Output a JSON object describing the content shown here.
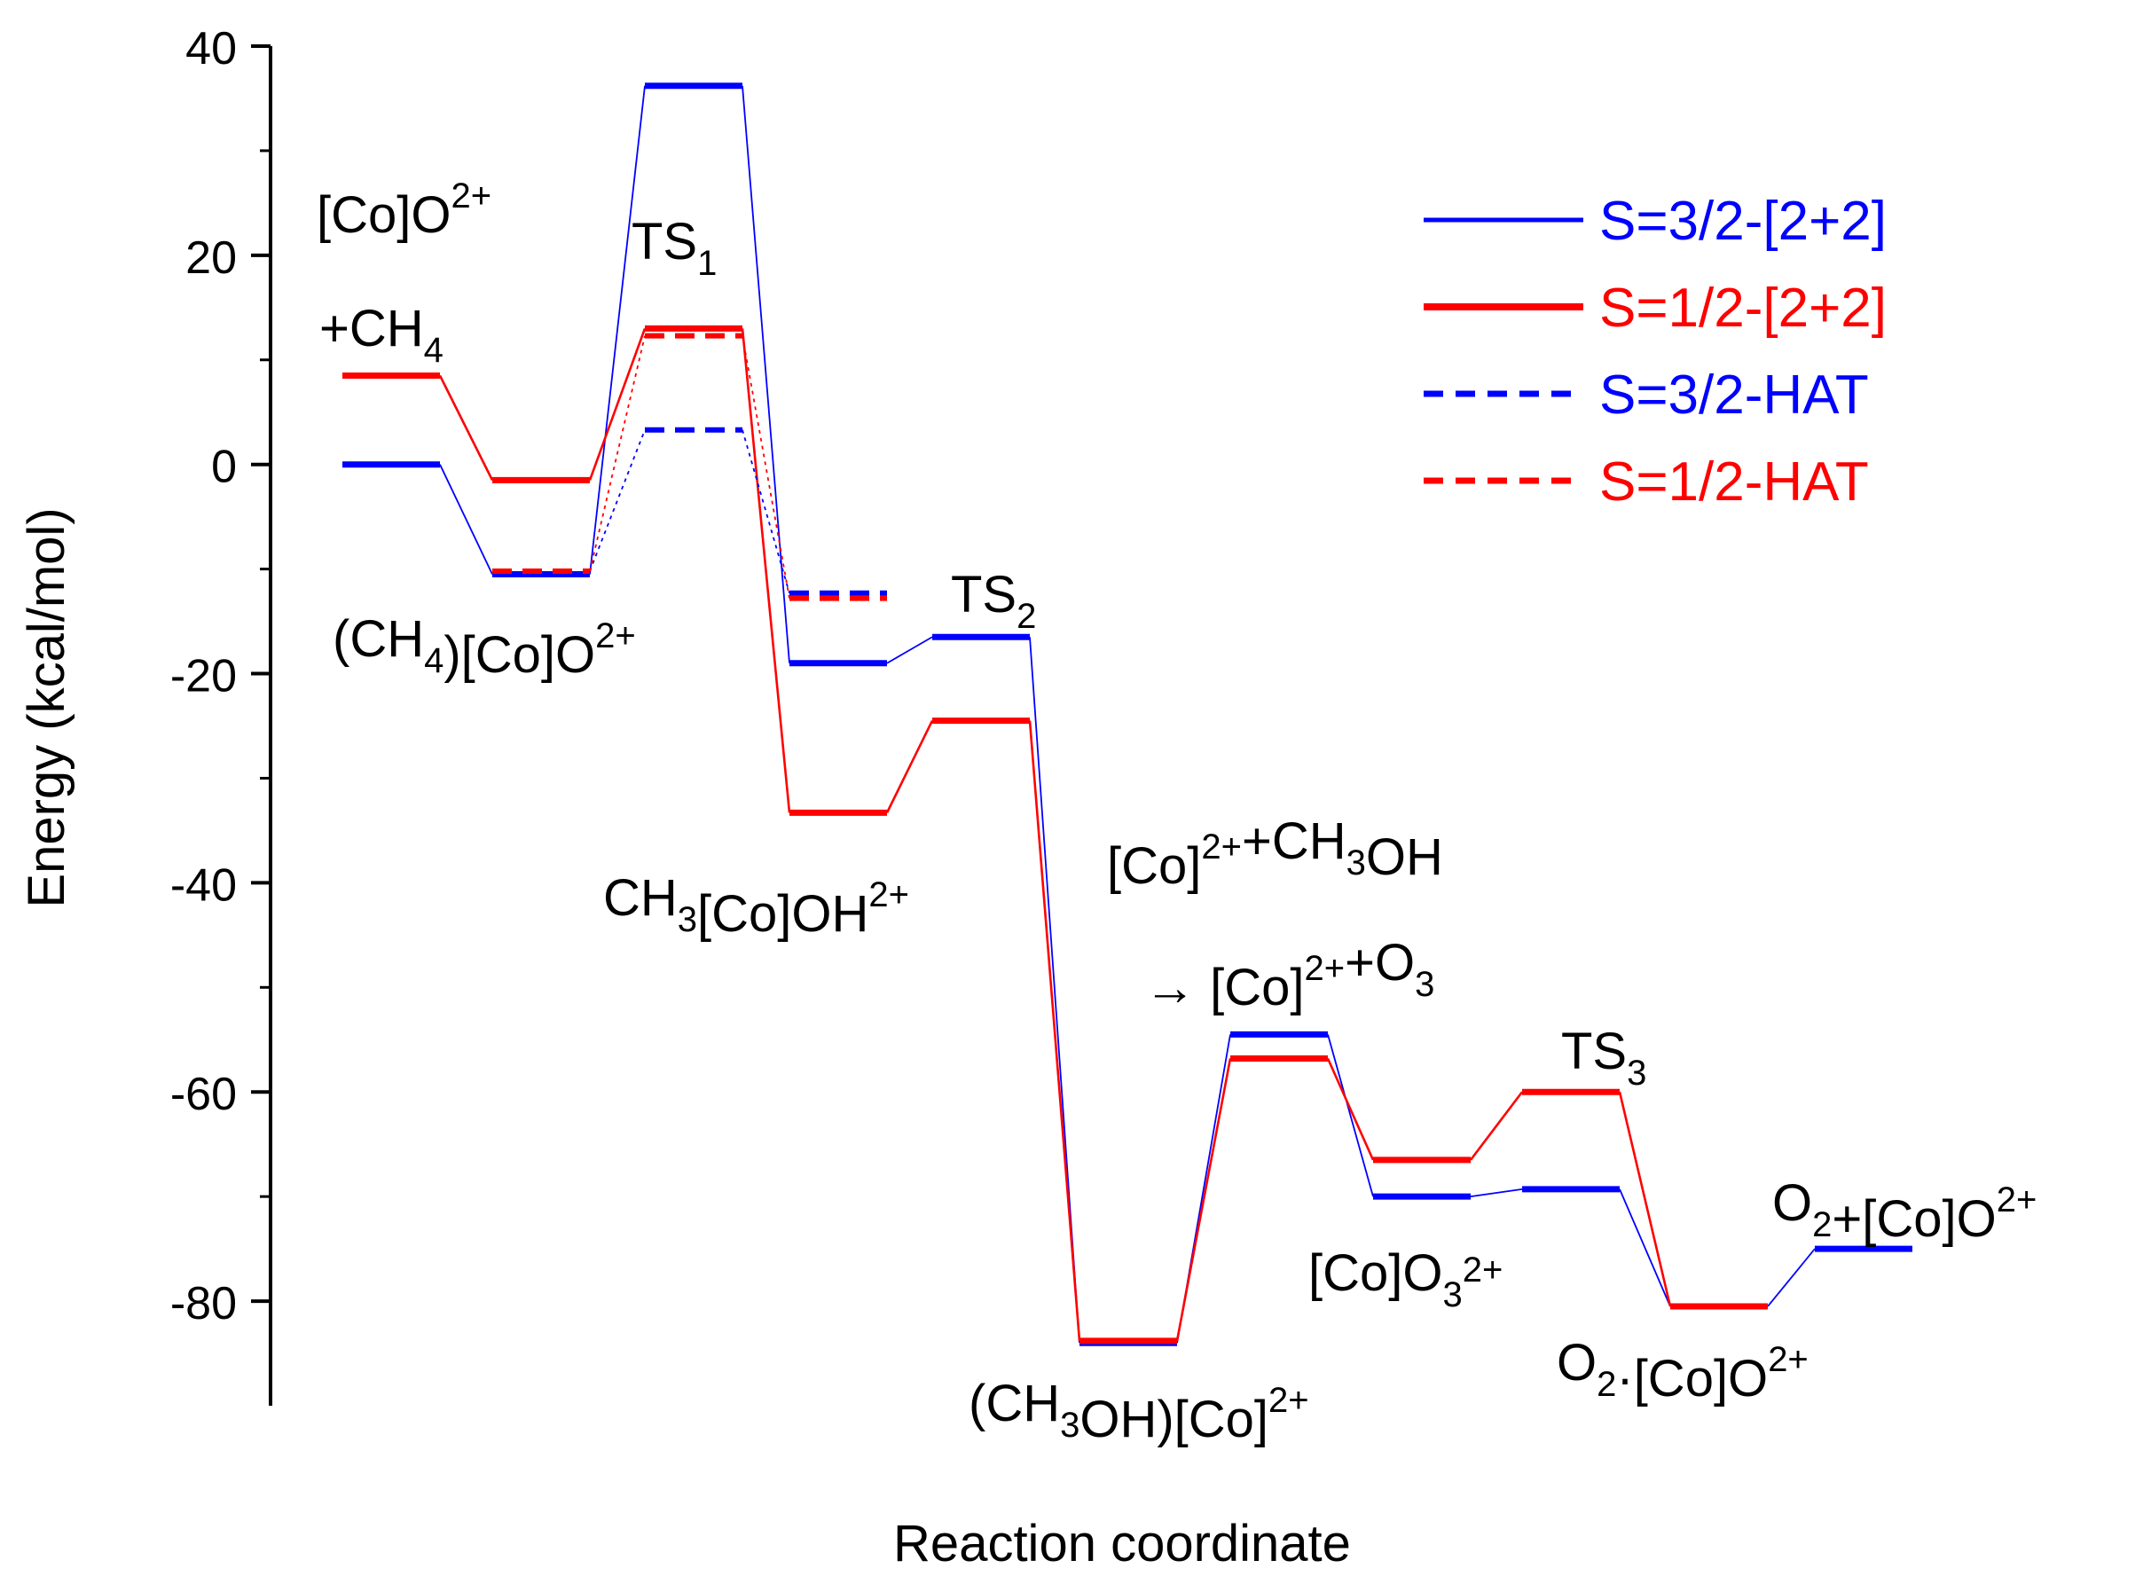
{
  "chart_data": {
    "type": "line",
    "title": "",
    "xlabel": "Reaction coordinate",
    "ylabel": "Energy (kcal/mol)",
    "ylim": [
      -90,
      40
    ],
    "yticks": [
      40,
      20,
      0,
      -20,
      -40,
      -60,
      -80
    ],
    "grid": false,
    "legend_position": "top-right",
    "colors": {
      "blue": "#0000ff",
      "red": "#ff0000",
      "axis": "#000000"
    },
    "x_positions": [
      1,
      2,
      3,
      4,
      5,
      6,
      7,
      8,
      9,
      10,
      11
    ],
    "series": [
      {
        "name": "S=3/2-[2+2]",
        "color": "#0000ff",
        "dash": false,
        "width": "thin",
        "x": [
          1,
          2,
          3,
          4,
          5,
          6,
          7,
          8,
          9,
          10,
          11
        ],
        "values": [
          0.0,
          -10.5,
          36.2,
          -19.0,
          -16.5,
          -84.0,
          -54.5,
          -70.0,
          -69.3,
          -80.5,
          -75.0
        ]
      },
      {
        "name": "S=1/2-[2+2]",
        "color": "#ff0000",
        "dash": false,
        "width": "thick",
        "x": [
          1,
          2,
          3,
          4,
          5,
          6,
          7,
          8,
          9,
          10
        ],
        "values": [
          8.5,
          -1.5,
          13.0,
          -33.3,
          -24.5,
          -83.8,
          -56.8,
          -66.5,
          -60.0,
          -80.5
        ]
      },
      {
        "name": "S=3/2-HAT",
        "color": "#0000ff",
        "dash": true,
        "width": "thin",
        "x": [
          2,
          3,
          4
        ],
        "values": [
          -10.2,
          3.3,
          -12.3
        ]
      },
      {
        "name": "S=1/2-HAT",
        "color": "#ff0000",
        "dash": true,
        "width": "thin",
        "x": [
          2,
          3,
          4
        ],
        "values": [
          -10.2,
          12.3,
          -12.8
        ]
      }
    ],
    "annotations": [
      {
        "id": "r",
        "parts": [
          [
            "[Co]O",
            ""
          ],
          [
            "2+",
            "sup"
          ]
        ]
      },
      {
        "id": "r2",
        "parts": [
          [
            "+CH",
            ""
          ],
          [
            "4",
            "sub"
          ]
        ]
      },
      {
        "id": "ts1",
        "parts": [
          [
            "TS",
            ""
          ],
          [
            "1",
            "sub"
          ]
        ]
      },
      {
        "id": "int1",
        "parts": [
          [
            "(CH",
            ""
          ],
          [
            "4",
            "sub"
          ],
          [
            ")[Co]O",
            ""
          ],
          [
            "2+",
            "sup"
          ]
        ]
      },
      {
        "id": "ts2",
        "parts": [
          [
            "TS",
            ""
          ],
          [
            "2",
            "sub"
          ]
        ]
      },
      {
        "id": "int2",
        "parts": [
          [
            "CH",
            ""
          ],
          [
            "3",
            "sub"
          ],
          [
            "[Co]OH",
            ""
          ],
          [
            "2+",
            "sup"
          ]
        ]
      },
      {
        "id": "step1",
        "parts": [
          [
            "[Co]",
            ""
          ],
          [
            "2+",
            "sup"
          ],
          [
            "+CH",
            ""
          ],
          [
            "3",
            "sub"
          ],
          [
            "OH",
            ""
          ]
        ]
      },
      {
        "id": "step2",
        "parts": [
          [
            "→ [Co]",
            ""
          ],
          [
            "2+",
            "sup"
          ],
          [
            "+O",
            ""
          ],
          [
            "3",
            "sub"
          ]
        ]
      },
      {
        "id": "ts3",
        "parts": [
          [
            "TS",
            ""
          ],
          [
            "3",
            "sub"
          ]
        ]
      },
      {
        "id": "int4",
        "parts": [
          [
            "[Co]O",
            ""
          ],
          [
            "3",
            "sub"
          ],
          [
            "2+",
            "sup"
          ]
        ]
      },
      {
        "id": "int3",
        "parts": [
          [
            "(CH",
            ""
          ],
          [
            "3",
            "sub"
          ],
          [
            "OH)[Co]",
            ""
          ],
          [
            "2+",
            "sup"
          ]
        ]
      },
      {
        "id": "int5",
        "parts": [
          [
            "O",
            ""
          ],
          [
            "2",
            "sub"
          ],
          [
            "·[Co]O",
            ""
          ],
          [
            "2+",
            "sup"
          ]
        ]
      },
      {
        "id": "prod",
        "parts": [
          [
            "O",
            ""
          ],
          [
            "2",
            "sub"
          ],
          [
            "+[Co]O",
            ""
          ],
          [
            "2+",
            "sup"
          ]
        ]
      }
    ]
  }
}
